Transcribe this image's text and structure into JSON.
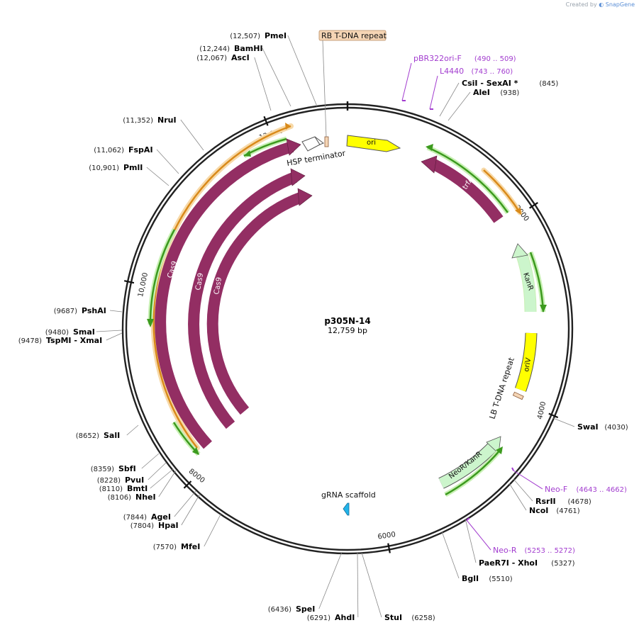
{
  "credit": {
    "prefix": "Created by",
    "brand": "SnapGene"
  },
  "plasmid": {
    "name": "p305N-14",
    "length_label": "12,759 bp",
    "length": 12759
  },
  "ticks": [
    {
      "label": "2000",
      "pos": 2000
    },
    {
      "label": "4000",
      "pos": 4000
    },
    {
      "label": "6000",
      "pos": 6000
    },
    {
      "label": "8000",
      "pos": 8000
    },
    {
      "label": "10,000",
      "pos": 10000
    },
    {
      "label": "12,000",
      "pos": 12000
    }
  ],
  "enzymes": [
    {
      "id": "pmei",
      "name": "PmeI",
      "pos_label": "(12,507)"
    },
    {
      "id": "bamhi",
      "name": "BamHI",
      "pos_label": "(12,244)"
    },
    {
      "id": "asci",
      "name": "AscI",
      "pos_label": "(12,067)"
    },
    {
      "id": "nrui",
      "name": "NruI",
      "pos_label": "(11,352)"
    },
    {
      "id": "fspai",
      "name": "FspAI",
      "pos_label": "(11,062)"
    },
    {
      "id": "pmli",
      "name": "PmlI",
      "pos_label": "(10,901)"
    },
    {
      "id": "pshai",
      "name": "PshAI",
      "pos_label": "(9687)"
    },
    {
      "id": "smai",
      "name": "SmaI",
      "pos_label": "(9480)"
    },
    {
      "id": "tspmi",
      "name": "TspMI",
      "extra": " - XmaI",
      "pos_label": "(9478)"
    },
    {
      "id": "sali",
      "name": "SalI",
      "pos_label": "(8652)"
    },
    {
      "id": "sbfi",
      "name": "SbfI",
      "pos_label": "(8359)"
    },
    {
      "id": "pvui",
      "name": "PvuI",
      "pos_label": "(8228)"
    },
    {
      "id": "bmti",
      "name": "BmtI",
      "pos_label": "(8110)"
    },
    {
      "id": "nhei",
      "name": "NheI",
      "pos_label": "(8106)"
    },
    {
      "id": "agei",
      "name": "AgeI",
      "pos_label": "(7844)"
    },
    {
      "id": "hpai",
      "name": "HpaI",
      "pos_label": "(7804)"
    },
    {
      "id": "mfei",
      "name": "MfeI",
      "pos_label": "(7570)"
    },
    {
      "id": "spei",
      "name": "SpeI",
      "pos_label": "(6436)"
    },
    {
      "id": "ahdi",
      "name": "AhdI",
      "pos_label": "(6291)"
    },
    {
      "id": "stui",
      "name": "StuI",
      "pos_label": "(6258)"
    },
    {
      "id": "bgli",
      "name": "BglI",
      "pos_label": "(5510)"
    },
    {
      "id": "paer7i",
      "name": "PaeR7I",
      "extra": " - XhoI",
      "pos_label": "(5327)"
    },
    {
      "id": "ncoi",
      "name": "NcoI",
      "pos_label": "(4761)"
    },
    {
      "id": "rsrii",
      "name": "RsrII",
      "pos_label": "(4678)"
    },
    {
      "id": "swai",
      "name": "SwaI",
      "pos_label": "(4030)"
    },
    {
      "id": "alei",
      "name": "AleI",
      "pos_label": "(938)"
    },
    {
      "id": "csii",
      "name": "CsiI",
      "extra": " - SexAI *",
      "pos_label": "(845)"
    }
  ],
  "primers": [
    {
      "id": "pbr322ori-f",
      "name": "pBR322ori-F",
      "range": "(490 .. 509)"
    },
    {
      "id": "l4440",
      "name": "L4440",
      "range": "(743 .. 760)"
    },
    {
      "id": "neo-f",
      "name": "Neo-F",
      "range": "(4643 .. 4662)"
    },
    {
      "id": "neo-r",
      "name": "Neo-R",
      "range": "(5253 .. 5272)"
    }
  ],
  "features": [
    {
      "id": "rb-tdna",
      "label": "RB T-DNA repeat",
      "color": "#f5d5b5"
    },
    {
      "id": "hsp-term",
      "label": "HSP terminator",
      "color": "#ffffff"
    },
    {
      "id": "ori",
      "label": "ori",
      "color": "#ffff00"
    },
    {
      "id": "trfa",
      "label": "trfA",
      "color": "#932e63"
    },
    {
      "id": "kanr",
      "label": "KanR",
      "color": "#ccf5cc"
    },
    {
      "id": "oriv",
      "label": "oriV",
      "color": "#ffff00"
    },
    {
      "id": "lb-tdna",
      "label": "LB T-DNA repeat",
      "color": "#f5d5b5"
    },
    {
      "id": "neokanr",
      "label": "NeoR/KanR",
      "color": "#ccf5cc"
    },
    {
      "id": "grna",
      "label": "gRNA scaffold",
      "color": "#21b3e9"
    },
    {
      "id": "cas9-outer",
      "label": "Cas9",
      "color": "#932e63"
    },
    {
      "id": "cas9-middle",
      "label": "Cas9",
      "color": "#932e63"
    },
    {
      "id": "cas9-inner",
      "label": "Cas9",
      "color": "#932e63"
    }
  ],
  "colors": {
    "backbone": "#222222",
    "orf_green": "#3c9a1e",
    "orf_orange": "#d98a1a",
    "primer": "#a23ccf",
    "leader": "#888888"
  }
}
